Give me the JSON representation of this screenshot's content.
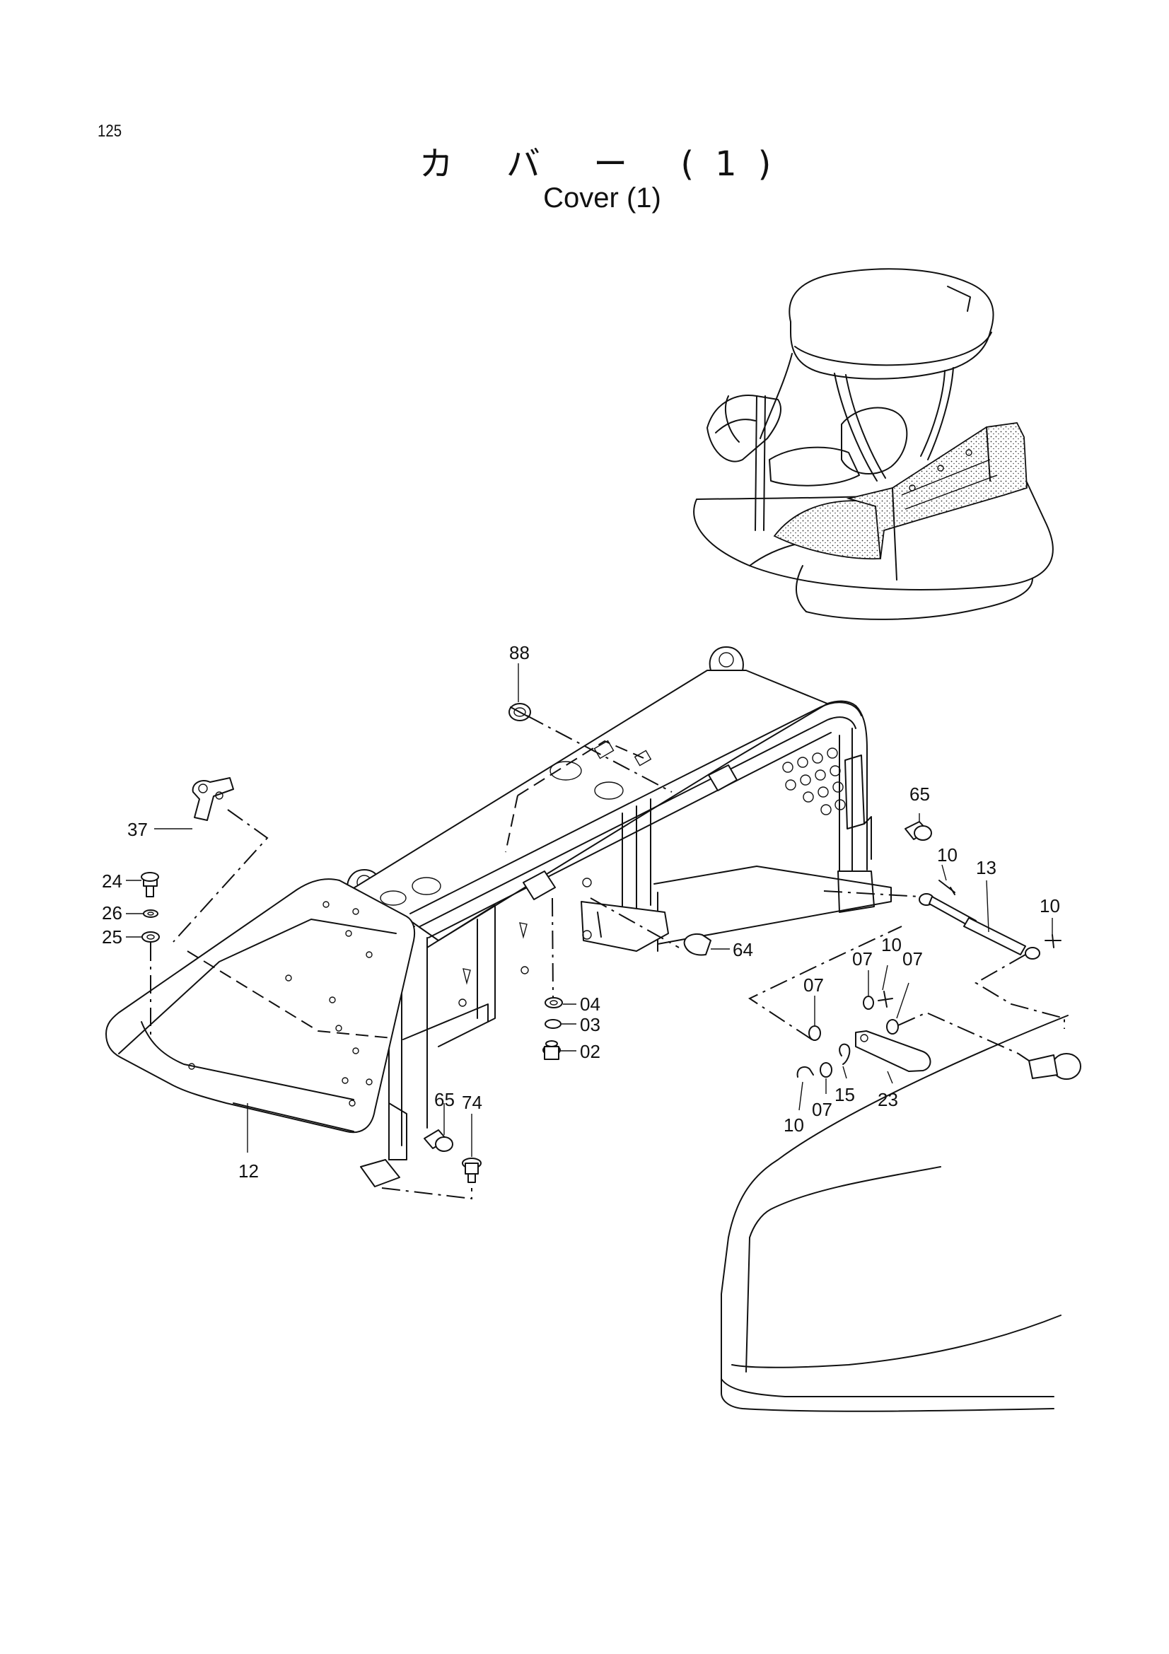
{
  "page_number": "125",
  "title_jp": "カ バ ー (1)",
  "title_en": "Cover (1)",
  "callouts": {
    "c88": "88",
    "c65a": "65",
    "c37": "37",
    "c24": "24",
    "c26": "26",
    "c25": "25",
    "c10a": "10",
    "c13": "13",
    "c10b": "10",
    "c64": "64",
    "c04": "04",
    "c03": "03",
    "c02": "02",
    "c07a": "07",
    "c07b": "07",
    "c10c": "10",
    "c07c": "07",
    "c15": "15",
    "c23": "23",
    "c07d": "07",
    "c10d": "10",
    "c12": "12",
    "c65b": "65",
    "c74": "74"
  },
  "icons": {
    "overview": "excavator-cab-overview-illustration",
    "cover": "cover-assembly-drawing",
    "hood": "hood-panel-outline"
  }
}
